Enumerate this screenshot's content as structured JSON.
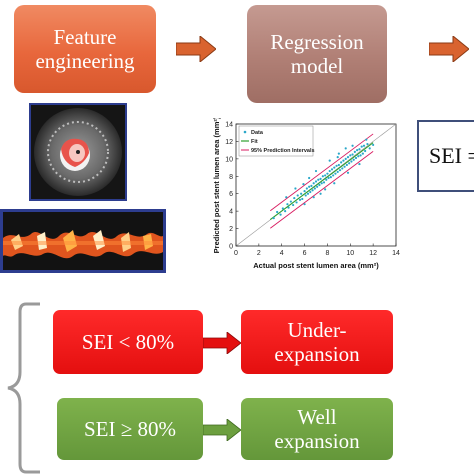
{
  "boxes": {
    "feature": "Feature engineering",
    "regression": "Regression model",
    "sei": "SEI ="
  },
  "results": {
    "under_condition": "SEI < 80%",
    "under_label": "Under-expansion",
    "well_condition": "SEI ≥ 80%",
    "well_label": "Well expansion"
  },
  "colors": {
    "feature": "#e8673c",
    "regression": "#b07f75",
    "arrow": "#d9632f",
    "under": "#e40f0f",
    "well": "#6c9f3f",
    "scatter_points": "#2aa7c9",
    "fit": "#2ea02e",
    "prediction_interval": "#d81b60"
  },
  "chart_data": {
    "type": "scatter",
    "xlabel": "Actual post stent lumen area (mm²)",
    "ylabel": "Predicted post stent lumen area (mm²)",
    "xlim": [
      0,
      14
    ],
    "ylim": [
      0,
      14
    ],
    "xticks": [
      "0",
      "2",
      "4",
      "6",
      "8",
      "10",
      "12",
      "14"
    ],
    "yticks": [
      "0",
      "2",
      "4",
      "6",
      "8",
      "10",
      "12",
      "14"
    ],
    "legend": [
      "Data",
      "Fit",
      "95% Prediction Intervals"
    ],
    "legend_position": "top-left",
    "fit": {
      "slope": 0.98,
      "intercept": 0.1
    },
    "prediction_interval_halfwidth": 1.0,
    "series": [
      {
        "name": "Data",
        "points": [
          [
            3.3,
            3.2
          ],
          [
            3.6,
            3.9
          ],
          [
            3.9,
            3.6
          ],
          [
            4.1,
            4.3
          ],
          [
            4.3,
            4.0
          ],
          [
            4.5,
            4.8
          ],
          [
            4.6,
            4.4
          ],
          [
            4.8,
            5.1
          ],
          [
            5.0,
            4.7
          ],
          [
            5.1,
            5.5
          ],
          [
            5.3,
            5.0
          ],
          [
            5.4,
            5.8
          ],
          [
            5.6,
            5.3
          ],
          [
            5.7,
            6.0
          ],
          [
            5.8,
            5.4
          ],
          [
            6.0,
            6.3
          ],
          [
            6.1,
            5.8
          ],
          [
            6.2,
            6.6
          ],
          [
            6.3,
            6.0
          ],
          [
            6.4,
            6.8
          ],
          [
            6.5,
            6.2
          ],
          [
            6.6,
            6.9
          ],
          [
            6.7,
            6.4
          ],
          [
            6.8,
            7.2
          ],
          [
            6.9,
            6.6
          ],
          [
            7.0,
            7.4
          ],
          [
            7.1,
            6.8
          ],
          [
            7.2,
            7.6
          ],
          [
            7.3,
            7.0
          ],
          [
            7.4,
            7.7
          ],
          [
            7.5,
            7.2
          ],
          [
            7.6,
            8.0
          ],
          [
            7.7,
            7.3
          ],
          [
            7.8,
            8.1
          ],
          [
            7.9,
            7.6
          ],
          [
            8.0,
            8.3
          ],
          [
            8.1,
            7.8
          ],
          [
            8.2,
            8.6
          ],
          [
            8.3,
            7.9
          ],
          [
            8.4,
            8.8
          ],
          [
            8.5,
            8.1
          ],
          [
            8.6,
            9.0
          ],
          [
            8.7,
            8.3
          ],
          [
            8.8,
            9.2
          ],
          [
            8.9,
            8.5
          ],
          [
            9.0,
            9.3
          ],
          [
            9.1,
            8.7
          ],
          [
            9.2,
            9.6
          ],
          [
            9.3,
            8.9
          ],
          [
            9.4,
            9.8
          ],
          [
            9.5,
            9.1
          ],
          [
            9.6,
            10.0
          ],
          [
            9.7,
            9.3
          ],
          [
            9.8,
            10.2
          ],
          [
            9.9,
            9.5
          ],
          [
            10.0,
            10.4
          ],
          [
            10.1,
            9.7
          ],
          [
            10.2,
            10.5
          ],
          [
            10.3,
            9.9
          ],
          [
            10.4,
            10.8
          ],
          [
            10.5,
            10.1
          ],
          [
            10.6,
            11.0
          ],
          [
            10.7,
            10.3
          ],
          [
            10.8,
            11.1
          ],
          [
            10.9,
            10.4
          ],
          [
            11.0,
            11.4
          ],
          [
            11.1,
            10.6
          ],
          [
            11.2,
            11.5
          ],
          [
            11.3,
            10.9
          ],
          [
            11.5,
            11.7
          ],
          [
            11.7,
            11.2
          ],
          [
            12.0,
            11.6
          ],
          [
            5.2,
            6.6
          ],
          [
            6.4,
            7.8
          ],
          [
            7.0,
            8.6
          ],
          [
            8.2,
            9.8
          ],
          [
            9.0,
            10.6
          ],
          [
            9.6,
            11.2
          ],
          [
            6.0,
            4.8
          ],
          [
            7.4,
            6.0
          ],
          [
            8.6,
            7.2
          ],
          [
            9.8,
            8.4
          ],
          [
            10.8,
            9.4
          ],
          [
            4.4,
            5.6
          ],
          [
            5.9,
            7.1
          ],
          [
            7.8,
            6.5
          ],
          [
            8.9,
            10.2
          ],
          [
            10.2,
            11.5
          ],
          [
            11.4,
            12.2
          ],
          [
            6.8,
            5.6
          ]
        ]
      }
    ]
  }
}
